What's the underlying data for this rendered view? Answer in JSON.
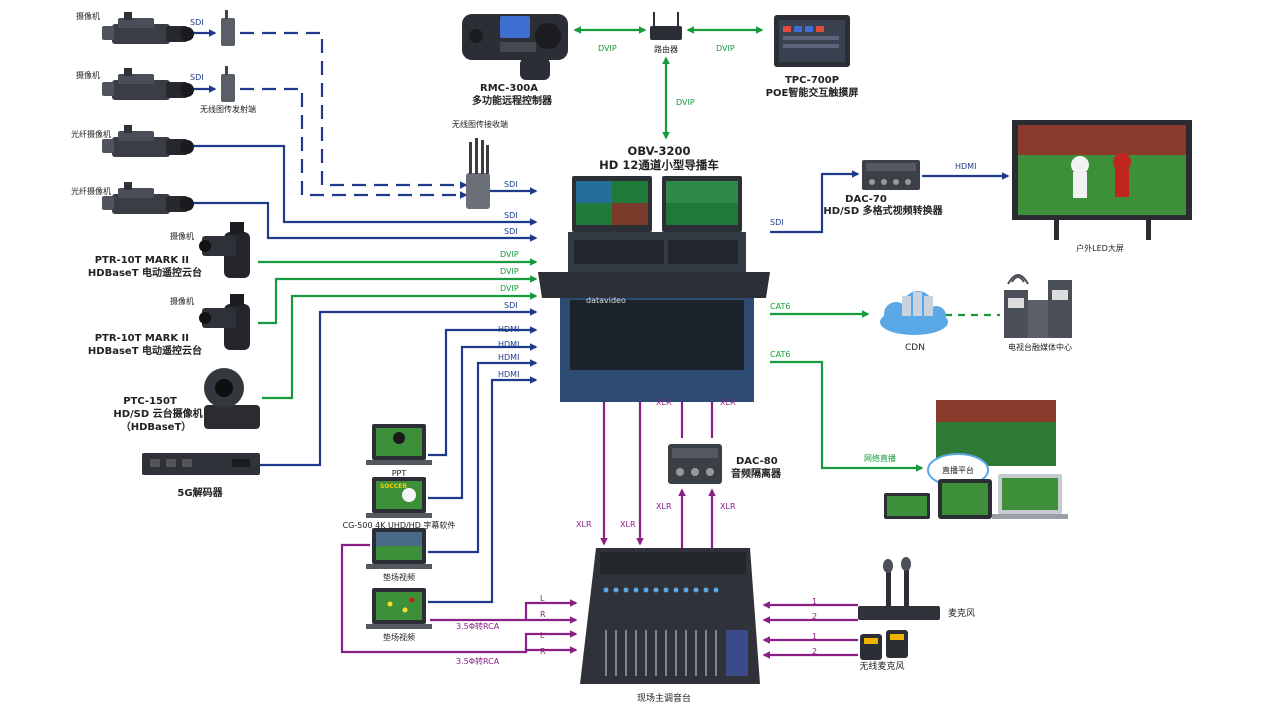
{
  "colors": {
    "sdi": "#1f3a8a",
    "ip": "#169a3c",
    "audio": "#8a1f86",
    "device_dark": "#2b2f36",
    "screen": "#1f7a38"
  },
  "cameras": {
    "cam1": "摄像机",
    "cam2": "摄像机",
    "fiber1": "光纤摄像机",
    "fiber2": "光纤摄像机"
  },
  "wireless": {
    "tx_label": "无线图传发射端",
    "rx_label": "无线图传接收端"
  },
  "ptz": {
    "cam_label_1": "摄像机",
    "cam_label_2": "摄像机",
    "ptr_title_1": "PTR-10T MARK II",
    "ptr_sub_1": "HDBaseT 电动遥控云台",
    "ptr_title_2": "PTR-10T MARK II",
    "ptr_sub_2": "HDBaseT 电动遥控云台",
    "ptc_title": "PTC-150T",
    "ptc_sub1": "HD/SD 云台摄像机",
    "ptc_sub2": "（HDBaseT）"
  },
  "decoder": {
    "label": "5G解码器"
  },
  "control": {
    "rmc_model": "RMC-300A",
    "rmc_desc": "多功能远程控制器",
    "router_label": "路由器",
    "tpc_model": "TPC-700P",
    "tpc_desc": "POE智能交互触摸屏"
  },
  "obv": {
    "model": "OBV-3200",
    "desc": "HD 12通道小型导播车",
    "brand": "datavideo"
  },
  "dac70": {
    "model": "DAC-70",
    "desc": "HD/SD 多格式视频转换器"
  },
  "outputs": {
    "led_label": "户外LED大屏",
    "cdn_label": "CDN",
    "tv_label": "电视台融媒体中心",
    "live_label": "网络直播",
    "platform_label": "直播平台"
  },
  "dac80": {
    "model": "DAC-80",
    "desc": "音频隔离器"
  },
  "sources": {
    "ppt": "PPT",
    "cg": "CG-500 4K UHD/HD 字幕软件",
    "filler1": "垫场视频",
    "filler2": "垫场视频",
    "cg_logo": "SOCCER"
  },
  "mixer": {
    "label": "现场主调音台"
  },
  "mics": {
    "wired": "麦克风",
    "wireless": "无线麦克风"
  },
  "links": {
    "sdi": "SDI",
    "dvip": "DVIP",
    "hdmi": "HDMI",
    "cat6": "CAT6",
    "xlr": "XLR",
    "left": "L",
    "right": "R",
    "rca": "3.5Φ转RCA",
    "ch1": "1",
    "ch2": "2"
  }
}
